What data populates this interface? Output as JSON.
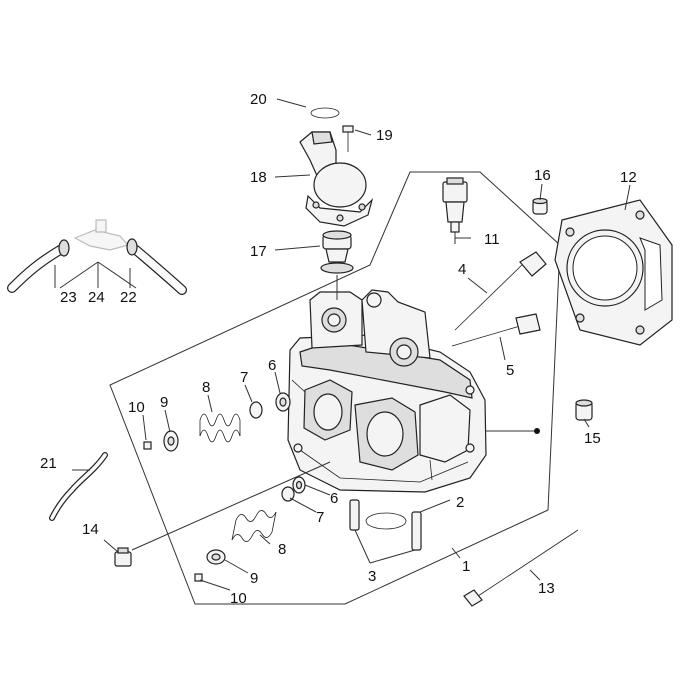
{
  "callouts": [
    {
      "num": "1",
      "part": "cylinder-head-assembly"
    },
    {
      "num": "2",
      "part": "dowel-pin"
    },
    {
      "num": "3",
      "part": "dowel-pin"
    },
    {
      "num": "4",
      "part": "valve"
    },
    {
      "num": "5",
      "part": "valve"
    },
    {
      "num": "6",
      "part": "valve-seal"
    },
    {
      "num": "6",
      "part": "valve-seal"
    },
    {
      "num": "7",
      "part": "spring-seat"
    },
    {
      "num": "7",
      "part": "spring-seat"
    },
    {
      "num": "8",
      "part": "valve-spring"
    },
    {
      "num": "8",
      "part": "valve-spring"
    },
    {
      "num": "9",
      "part": "spring-retainer"
    },
    {
      "num": "9",
      "part": "spring-retainer"
    },
    {
      "num": "10",
      "part": "valve-collet"
    },
    {
      "num": "10",
      "part": "valve-collet"
    },
    {
      "num": "11",
      "part": "temperature-sensor"
    },
    {
      "num": "12",
      "part": "head-gasket"
    },
    {
      "num": "13",
      "part": "head-bolt"
    },
    {
      "num": "14",
      "part": "plug"
    },
    {
      "num": "15",
      "part": "bushing"
    },
    {
      "num": "16",
      "part": "bushing"
    },
    {
      "num": "17",
      "part": "thermostat"
    },
    {
      "num": "18",
      "part": "thermostat-cover"
    },
    {
      "num": "19",
      "part": "screw"
    },
    {
      "num": "20",
      "part": "clip"
    },
    {
      "num": "21",
      "part": "breather-pipe"
    },
    {
      "num": "22",
      "part": "hose"
    },
    {
      "num": "23",
      "part": "hose"
    },
    {
      "num": "24",
      "part": "hose-clamps"
    }
  ]
}
